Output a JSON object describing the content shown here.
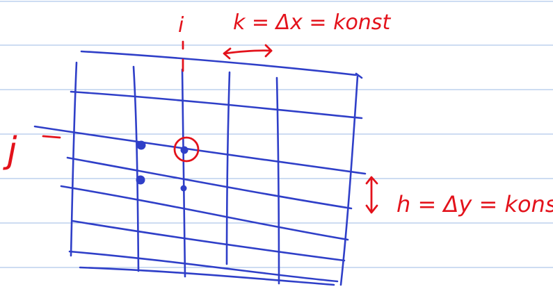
{
  "colors": {
    "paper": "#ffffff",
    "ruling": "#9bb8e6",
    "grid_ink": "#2f3fc8",
    "annotation_ink": "#e3121b"
  },
  "labels": {
    "i_index": "i",
    "j_index": "j",
    "k_formula": "k = Δx = konst",
    "h_formula": "h = Δy = konst"
  }
}
